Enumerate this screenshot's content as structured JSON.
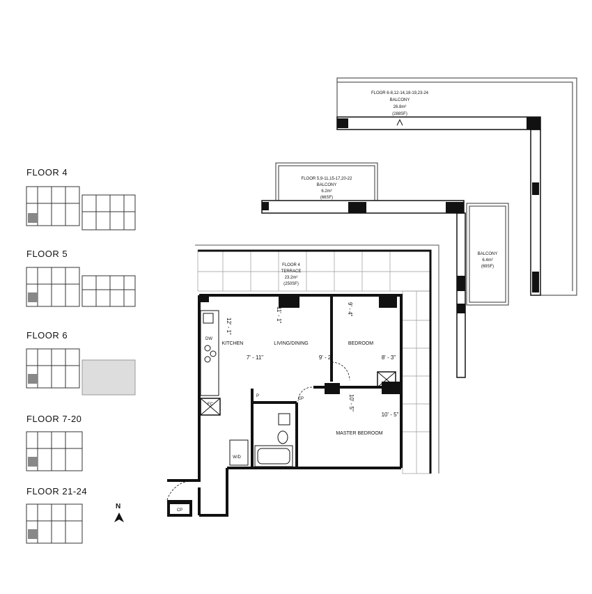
{
  "key_plans": [
    {
      "label": "FLOOR 4"
    },
    {
      "label": "FLOOR 5"
    },
    {
      "label": "FLOOR 6"
    },
    {
      "label": "FLOOR 7-20"
    },
    {
      "label": "FLOOR 21-24"
    }
  ],
  "north_label": "N",
  "balconies": {
    "top": {
      "floors": "FLOOR 6-8,12-14,18-19,23-24",
      "name": "BALCONY",
      "area_m2": "26.8m²",
      "area_sf": "(288SF)"
    },
    "mid": {
      "floors": "FLOOR 5,9-11,15-17,20-22",
      "name": "BALCONY",
      "area_m2": "6.2m²",
      "area_sf": "(66SF)"
    },
    "side": {
      "name": "BALCONY",
      "area_m2": "6.4m²",
      "area_sf": "(69SF)"
    },
    "terrace": {
      "floors": "FLOOR 4",
      "name": "TERRACE",
      "area_m2": "23.2m²",
      "area_sf": "(250SF)"
    }
  },
  "rooms": {
    "kitchen": "KITCHEN",
    "living": "LIVING/DINING",
    "bedroom": "BEDROOM",
    "master": "MASTER BEDROOM"
  },
  "dimensions": {
    "kitchen_w": "12' - 1\"",
    "living_w": "11' - 1\"",
    "living_d": "7' - 11\"",
    "bedroom_w": "9' - 4\"",
    "bedroom_d": "9' - 2\"",
    "bedroom_closet": "8' - 3\"",
    "master_w": "10' - 5\"",
    "master_d": "10' - 5\""
  },
  "fixtures": {
    "dw": "DW",
    "fc": "FC",
    "ep": "EP",
    "p": "P",
    "wd": "W/D",
    "cp": "CP"
  }
}
